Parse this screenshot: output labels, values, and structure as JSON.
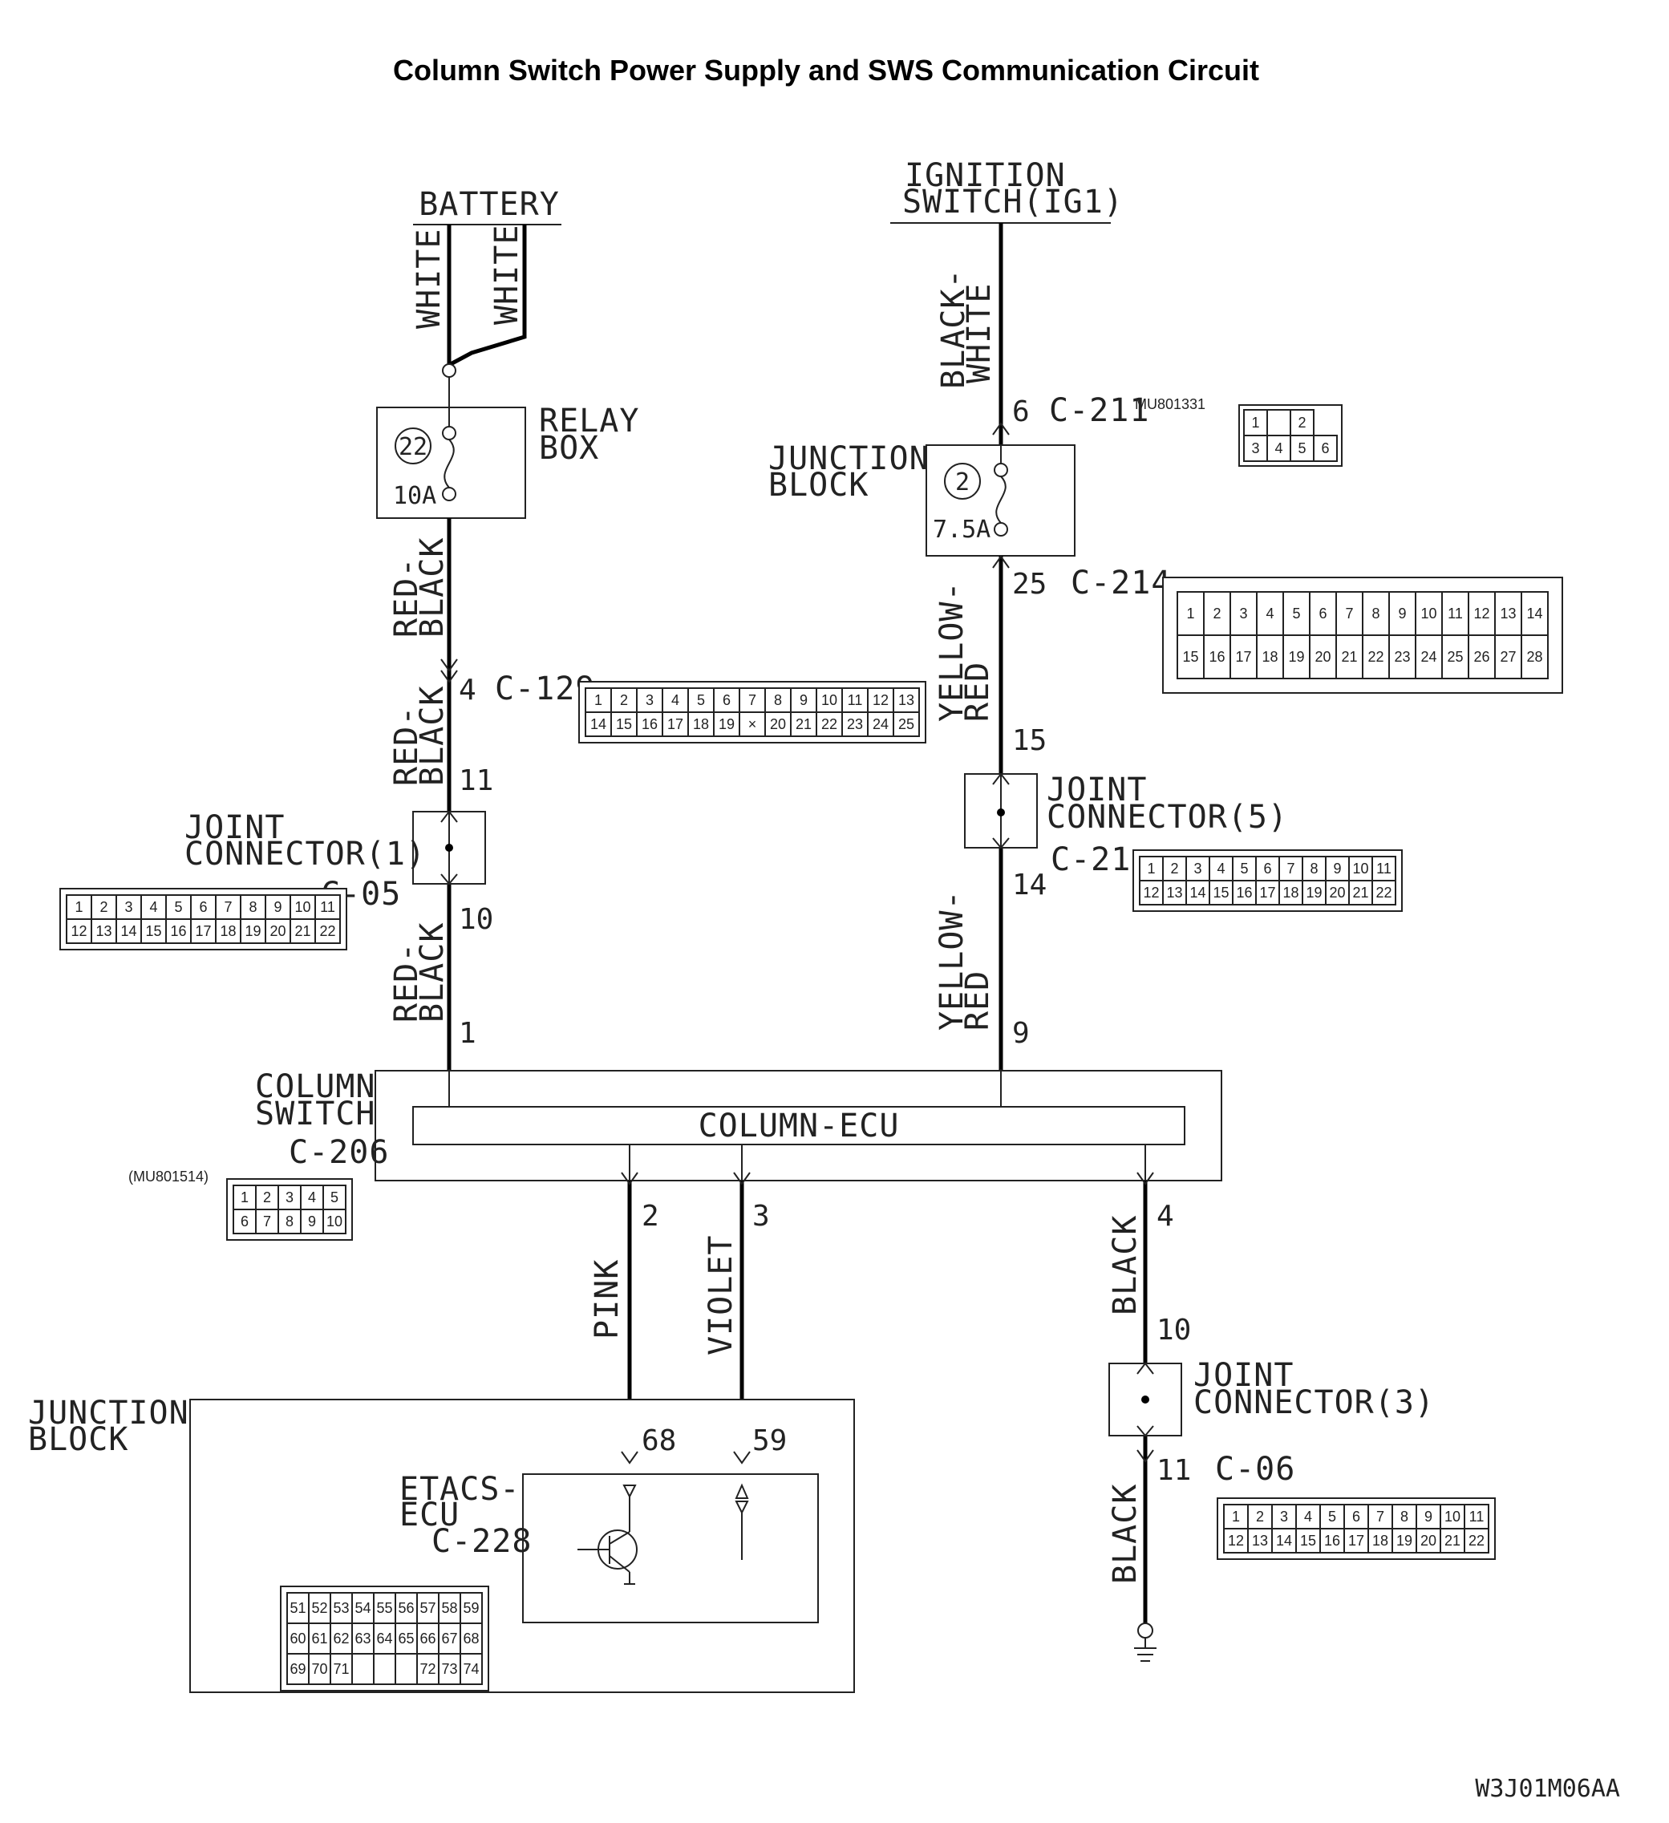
{
  "title": "Column Switch Power Supply and SWS Communication Circuit",
  "footer_code": "W3J01M06AA",
  "sources": {
    "battery": "BATTERY",
    "ignition_line1": "IGNITION",
    "ignition_line2": "SWITCH(IG1)"
  },
  "wires": {
    "white": "WHITE",
    "red_line1": "RED-",
    "black_line2": "BLACK",
    "black_white_line1": "BLACK-",
    "black_white_line2": "WHITE",
    "yellow_line1": "YELLOW-",
    "yellow_line2": "RED",
    "pink": "PINK",
    "violet": "VIOLET",
    "black": "BLACK"
  },
  "components": {
    "relay_box_line1": "RELAY",
    "relay_box_line2": "BOX",
    "fuse1_number": "22",
    "fuse1_rating": "10A",
    "junction_block_line1": "JUNCTION",
    "junction_block_line2": "BLOCK",
    "fuse2_number": "2",
    "fuse2_rating": "7.5A",
    "joint1_line1": "JOINT",
    "joint1_line2": "CONNECTOR(1)",
    "joint5_line1": "JOINT",
    "joint5_line2": "CONNECTOR(5)",
    "joint3_line1": "JOINT",
    "joint3_line2": "CONNECTOR(3)",
    "column_switch_line1": "COLUMN",
    "column_switch_line2": "SWITCH",
    "column_ecu": "COLUMN-ECU",
    "etacs_line1": "ETACS-",
    "etacs_line2": "ECU"
  },
  "connector_ids": {
    "c211": "C-211",
    "c211_part": "MU801331",
    "c214": "C-214",
    "c129": "C-129",
    "c05": "C-05",
    "c21": "C-21",
    "c206": "C-206",
    "c206_part": "(MU801514)",
    "c06": "C-06",
    "c228": "C-228"
  },
  "pins": {
    "battery_side": [
      "4",
      "11",
      "10",
      "1"
    ],
    "ignition_side": [
      "6",
      "25",
      "15",
      "14",
      "9"
    ],
    "output_side": [
      "2",
      "3",
      "4",
      "10",
      "11",
      "68",
      "59"
    ]
  },
  "connector_tables": {
    "c211": {
      "row1": [
        "1",
        "",
        "2"
      ],
      "row2": [
        "3",
        "4",
        "5",
        "6"
      ]
    },
    "c214": {
      "row1": [
        "1",
        "2",
        "3",
        "4",
        "5",
        "6",
        "7",
        "8",
        "9",
        "10",
        "11",
        "12",
        "13",
        "14"
      ],
      "row2": [
        "15",
        "16",
        "17",
        "18",
        "19",
        "20",
        "21",
        "22",
        "23",
        "24",
        "25",
        "26",
        "27",
        "28"
      ]
    },
    "c129": {
      "row1": [
        "1",
        "2",
        "3",
        "4",
        "5",
        "6",
        "7",
        "8",
        "9",
        "10",
        "11",
        "12",
        "13"
      ],
      "row2": [
        "14",
        "15",
        "16",
        "17",
        "18",
        "19",
        "×",
        "20",
        "21",
        "22",
        "23",
        "24",
        "25"
      ]
    },
    "c05": {
      "row1": [
        "1",
        "2",
        "3",
        "4",
        "5",
        "6",
        "7",
        "8",
        "9",
        "10",
        "11"
      ],
      "row2": [
        "12",
        "13",
        "14",
        "15",
        "16",
        "17",
        "18",
        "19",
        "20",
        "21",
        "22"
      ]
    },
    "c21": {
      "row1": [
        "1",
        "2",
        "3",
        "4",
        "5",
        "6",
        "7",
        "8",
        "9",
        "10",
        "11"
      ],
      "row2": [
        "12",
        "13",
        "14",
        "15",
        "16",
        "17",
        "18",
        "19",
        "20",
        "21",
        "22"
      ]
    },
    "c206": {
      "row1": [
        "1",
        "2",
        "3",
        "4",
        "5"
      ],
      "row2": [
        "6",
        "7",
        "8",
        "9",
        "10"
      ]
    },
    "c06": {
      "row1": [
        "1",
        "2",
        "3",
        "4",
        "5",
        "6",
        "7",
        "8",
        "9",
        "10",
        "11"
      ],
      "row2": [
        "12",
        "13",
        "14",
        "15",
        "16",
        "17",
        "18",
        "19",
        "20",
        "21",
        "22"
      ]
    },
    "c228": {
      "row1": [
        "51",
        "52",
        "53",
        "54",
        "55",
        "56",
        "57",
        "58",
        "59"
      ],
      "row2": [
        "60",
        "61",
        "62",
        "63",
        "64",
        "65",
        "66",
        "67",
        "68"
      ],
      "row3": [
        "69",
        "70",
        "71",
        "",
        "",
        "",
        "72",
        "73",
        "74"
      ]
    }
  }
}
